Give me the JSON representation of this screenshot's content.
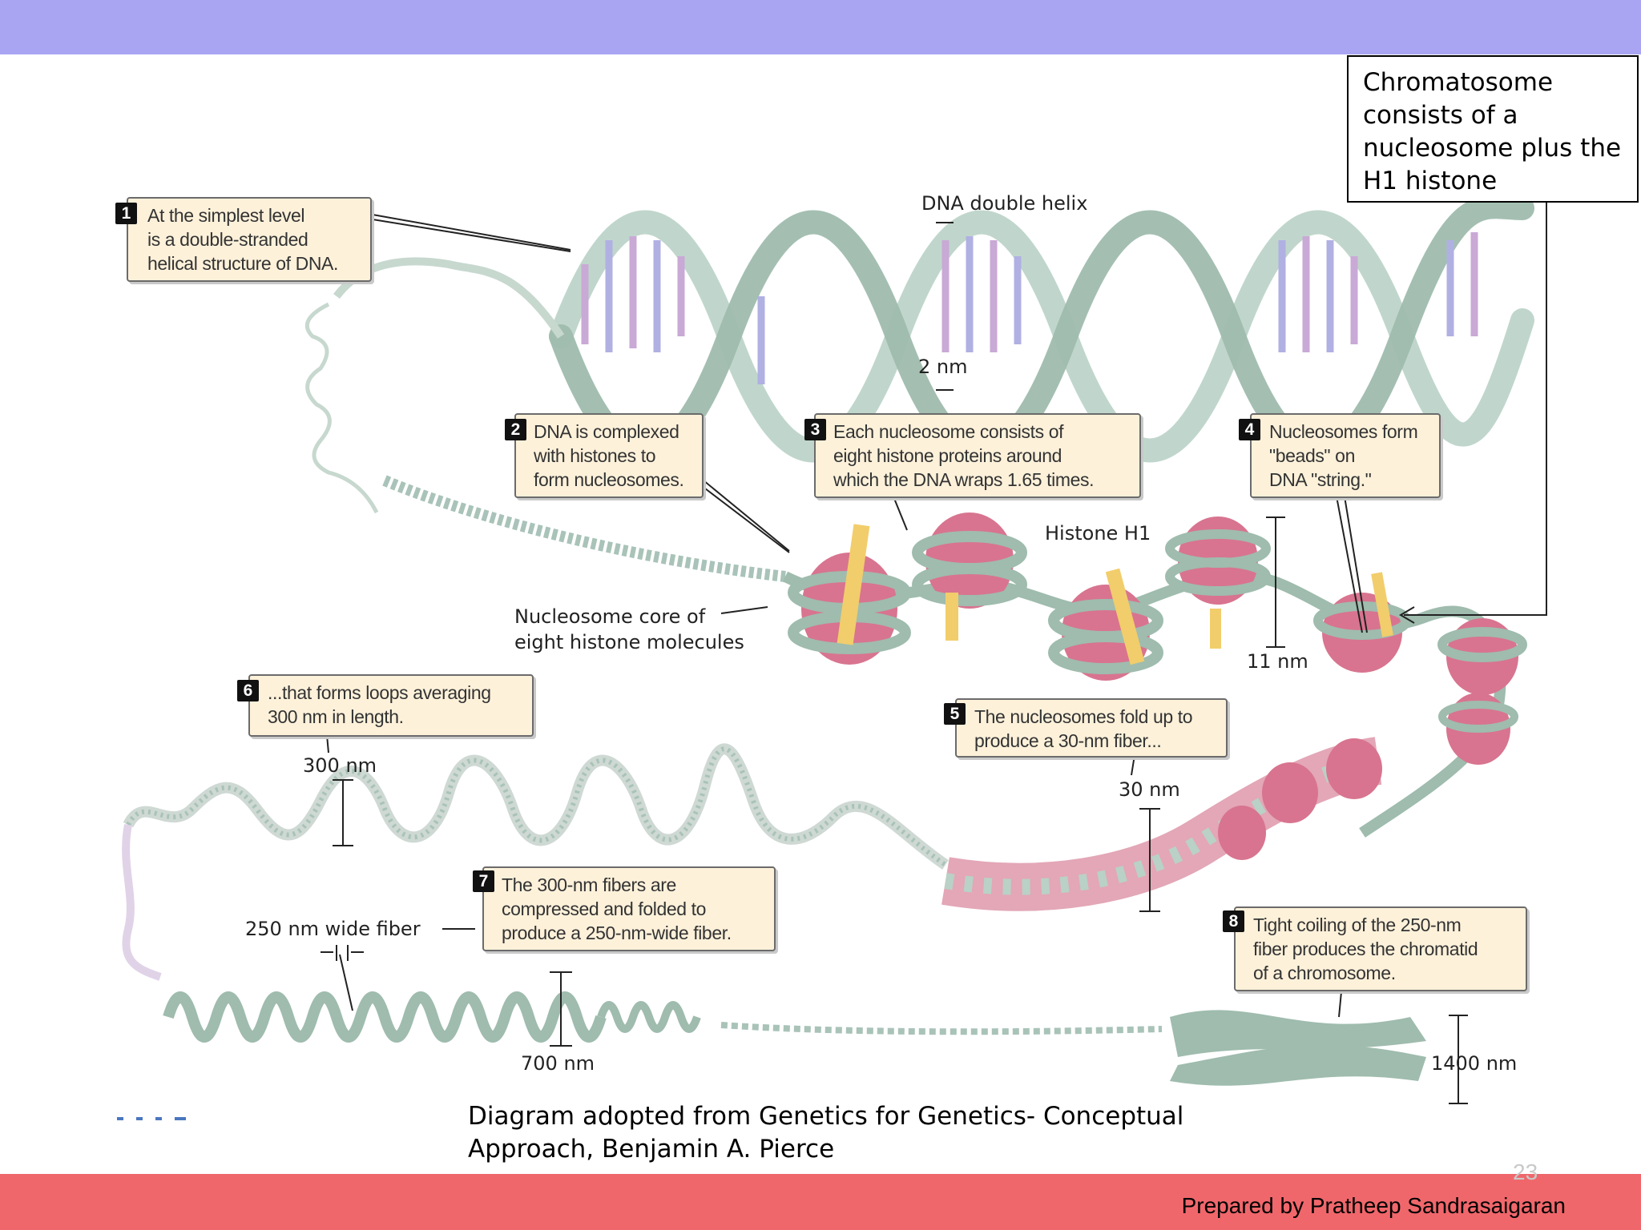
{
  "slide": {
    "page_number": "23",
    "footer": "Prepared by Pratheep Sandrasaigaran",
    "colors": {
      "top_bar": "#a9a5f3",
      "bottom_bar": "#f0676b"
    }
  },
  "note_box": {
    "lines": [
      "Chromatosome",
      "consists of a",
      "nucleosome plus the",
      "H1 histone"
    ]
  },
  "caption": {
    "lines": [
      "Diagram adopted from Genetics for Genetics- Conceptual",
      "Approach, Benjamin A. Pierce"
    ]
  },
  "callouts": [
    {
      "num": "1",
      "lines": [
        "At the simplest level",
        "is a double-stranded",
        "helical structure of DNA."
      ]
    },
    {
      "num": "2",
      "lines": [
        "DNA is complexed",
        "with histones to",
        "form nucleosomes."
      ]
    },
    {
      "num": "3",
      "lines": [
        "Each nucleosome consists of",
        "eight histone proteins around",
        "which the DNA wraps 1.65 times."
      ]
    },
    {
      "num": "4",
      "lines": [
        "Nucleosomes form",
        "\"beads\" on",
        "DNA \"string.\""
      ]
    },
    {
      "num": "5",
      "lines": [
        "The nucleosomes fold up to",
        "produce a 30-nm fiber..."
      ]
    },
    {
      "num": "6",
      "lines": [
        "...that forms loops averaging",
        "300 nm in length."
      ]
    },
    {
      "num": "7",
      "lines": [
        "The 300-nm fibers are",
        "compressed and folded to",
        "produce a 250-nm-wide fiber."
      ]
    },
    {
      "num": "8",
      "lines": [
        "Tight coiling of the 250-nm",
        "fiber produces the chromatid",
        "of a chromosome."
      ]
    }
  ],
  "labels": {
    "dna_double_helix": "DNA double helix",
    "two_nm": "2 nm",
    "histone_h1": "Histone H1",
    "eleven_nm": "11 nm",
    "nucleosome_core": [
      "Nucleosome core of",
      "eight histone molecules"
    ],
    "thirty_nm": "30 nm",
    "three_hundred_nm": "300 nm",
    "fiber_250": "250 nm wide fiber",
    "seven_hundred_nm": "700 nm",
    "fourteen_hundred_nm": "1400 nm"
  }
}
